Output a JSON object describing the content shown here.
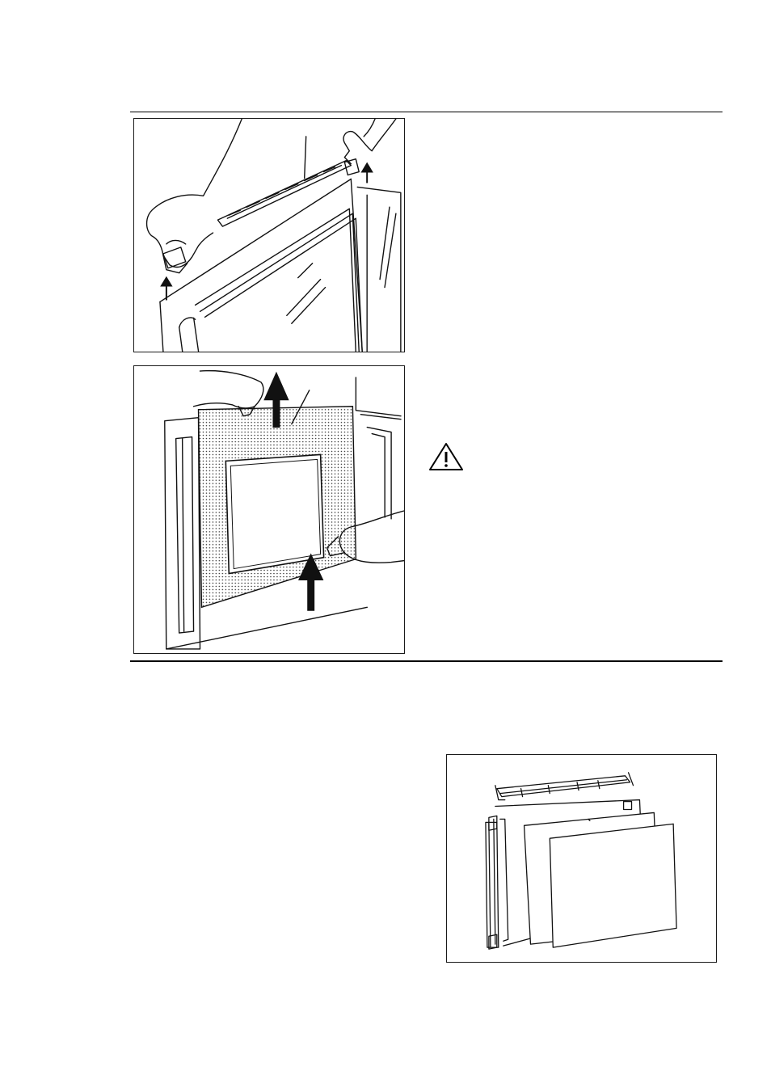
{
  "page": {
    "illustrations": [
      {
        "icon": "door-trim-removal-illustration"
      },
      {
        "icon": "inner-glass-panel-lift-illustration"
      },
      {
        "icon": "door-glass-panels-exploded-illustration"
      }
    ],
    "warning": {
      "icon": "warning-triangle-icon",
      "color": "#000000"
    }
  }
}
